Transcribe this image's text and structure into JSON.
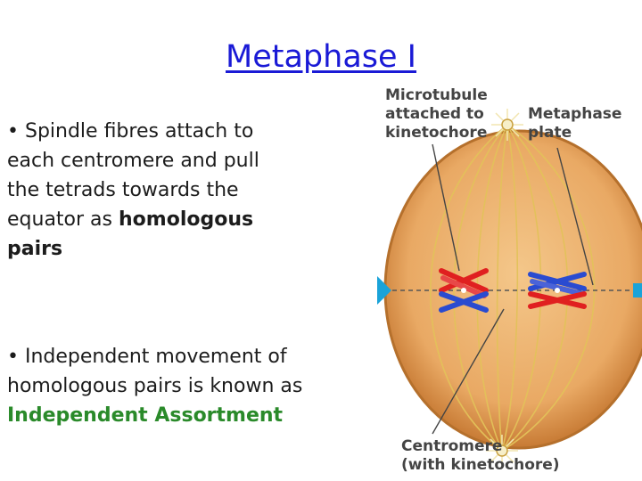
{
  "slide": {
    "title": "Metaphase I",
    "point1": {
      "bullet": "•",
      "lines": [
        "Spindle fibres attach to",
        "each centromere and pull",
        "the tetrads towards the",
        "equator as"
      ],
      "emphasis1": "homologous",
      "emphasis2": "pairs"
    },
    "point2": {
      "bullet": "•",
      "lines": [
        "Independent movement of",
        "homologous pairs is known as"
      ],
      "emphasis": "Independent Assortment"
    }
  },
  "diagram": {
    "labels": {
      "microtubule": [
        "Microtubule",
        "attached to",
        "kinetochore"
      ],
      "metaphase_plate": [
        "Metaphase",
        "plate"
      ],
      "centromere": [
        "Centromere",
        "(with kinetochore)"
      ]
    },
    "colors": {
      "cell_fill": "#e9a964",
      "cell_edge": "#c77a34",
      "spindle": "#d9b64a",
      "chromosome_red": "#e02020",
      "chromosome_blue": "#2a4bd0",
      "plate_marker": "#1aa3d9",
      "plate_line": "#555555"
    }
  }
}
